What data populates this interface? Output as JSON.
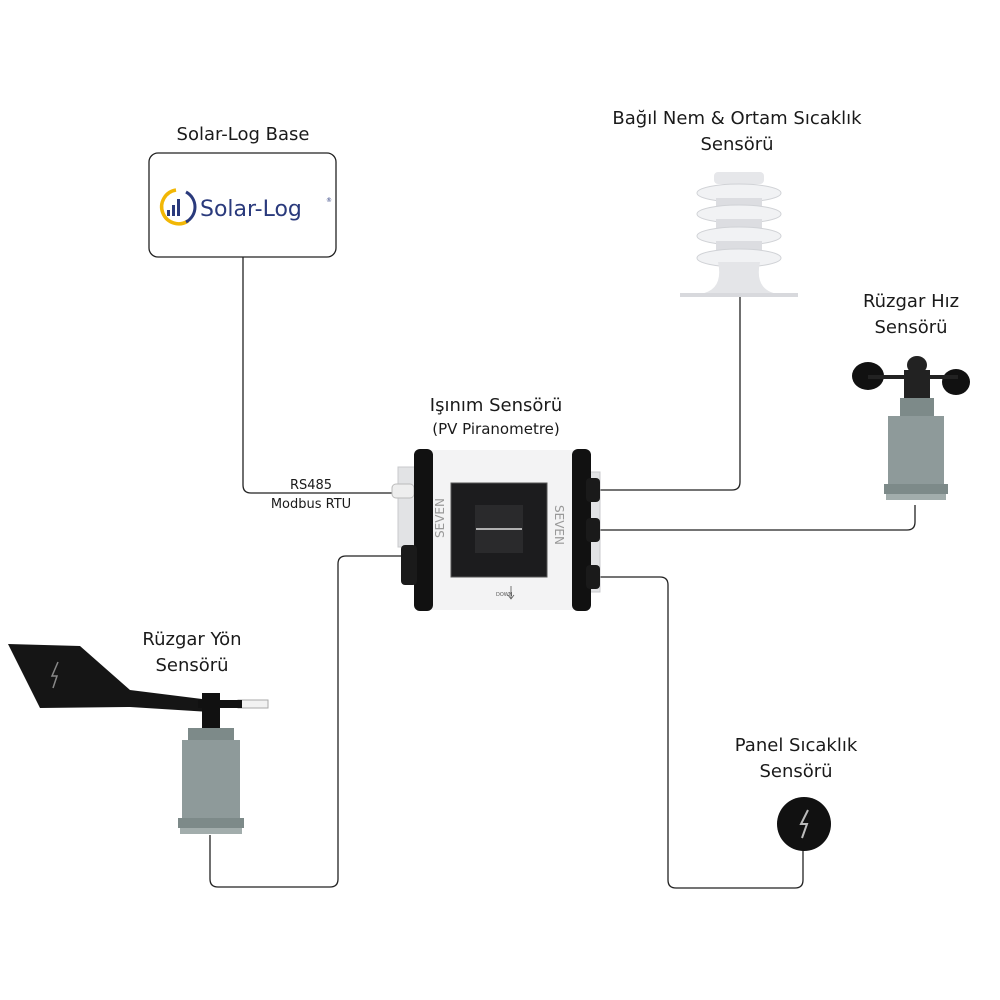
{
  "labels": {
    "solarlog_base": "Solar-Log Base",
    "humidity_line1": "Bağıl Nem & Ortam Sıcaklık",
    "humidity_line2": "Sensörü",
    "wind_speed_line1": "Rüzgar Hız",
    "wind_speed_line2": "Sensörü",
    "irradiance_line1": "Işınım Sensörü",
    "irradiance_line2": "(PV Piranometre)",
    "rs485": "RS485",
    "modbus": "Modbus RTU",
    "wind_dir_line1": "Rüzgar Yön",
    "wind_dir_line2": "Sensörü",
    "panel_temp_line1": "Panel Sıcaklık",
    "panel_temp_line2": "Sensörü"
  },
  "logo": {
    "text": "Solar-Log",
    "mark": "®"
  },
  "device": {
    "brand": "SEVEN",
    "down_label": "DOWN"
  },
  "colors": {
    "line": "#222222",
    "logo_blue": "#2a3a7c",
    "logo_yellow": "#f2b705",
    "sensor_gray": "#8e9a9a"
  }
}
